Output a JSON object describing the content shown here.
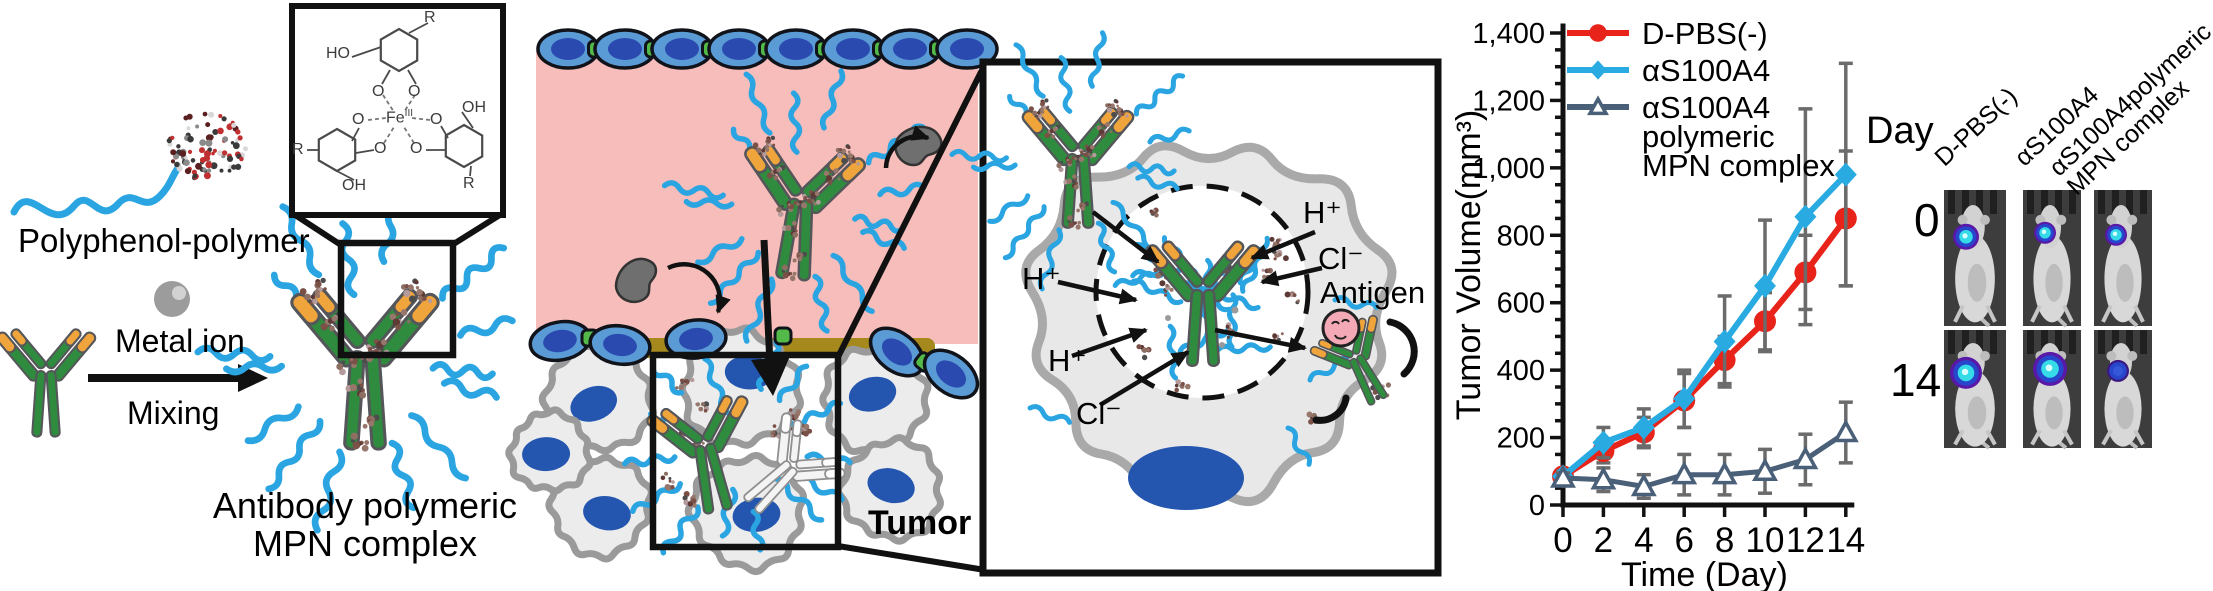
{
  "synthesis": {
    "polymer_label": "Polyphenol-polymer",
    "metal_ion_label": "Metal ion",
    "mixing_label": "Mixing",
    "product_label_line1": "Antibody polymeric",
    "product_label_line2": "MPN complex",
    "chem_inset": {
      "fe": "Fe",
      "fe_oxidation": "III",
      "o": "O",
      "ho": "HO",
      "oh": "OH",
      "r": "R"
    }
  },
  "vessel": {
    "tumor_label": "Tumor"
  },
  "endosome": {
    "h_plus": "H⁺",
    "cl_minus": "Cl⁻",
    "antigen_label": "Antigen"
  },
  "mice": {
    "day_header": "Day",
    "row_labels": [
      "0",
      "14"
    ],
    "column_labels": [
      "D-PBS(-)",
      "αS100A4",
      "αS100A4polymeric\nMPN complex"
    ]
  },
  "chart_data": {
    "type": "line",
    "title": "",
    "xlabel": "Time (Day)",
    "ylabel": "Tumor Volume(mm³)",
    "x": [
      0,
      2,
      4,
      6,
      8,
      10,
      12,
      14
    ],
    "xlim": [
      0,
      14
    ],
    "ylim": [
      0,
      1400
    ],
    "y_major_ticks": [
      0,
      200,
      400,
      600,
      800,
      1000,
      1200,
      1400
    ],
    "y_tick_labels": [
      "0",
      "200",
      "400",
      "600",
      "800",
      "1,000",
      "1,200",
      "1,400"
    ],
    "y_minor_step": 50,
    "grid": false,
    "legend_position": "top-left",
    "error_bar_color": "#6b6b6b",
    "series": [
      {
        "name": "D-PBS(-)",
        "color": "#e8231a",
        "marker": "circle",
        "values": [
          85,
          160,
          215,
          310,
          430,
          545,
          690,
          850
        ],
        "errors": [
          15,
          35,
          45,
          80,
          70,
          85,
          110,
          200
        ]
      },
      {
        "name": "αS100A4",
        "color": "#29abe2",
        "marker": "diamond",
        "values": [
          85,
          185,
          230,
          315,
          485,
          650,
          855,
          980
        ],
        "errors": [
          15,
          45,
          55,
          85,
          135,
          195,
          320,
          330
        ]
      },
      {
        "name": "αS100A4 polymeric MPN complex",
        "legend_lines": [
          "αS100A4",
          "polymeric",
          "MPN complex"
        ],
        "color": "#4a5f78",
        "marker": "triangle-open",
        "values": [
          80,
          75,
          55,
          90,
          90,
          100,
          135,
          215
        ],
        "errors": [
          15,
          35,
          35,
          60,
          60,
          65,
          75,
          90
        ]
      }
    ]
  }
}
